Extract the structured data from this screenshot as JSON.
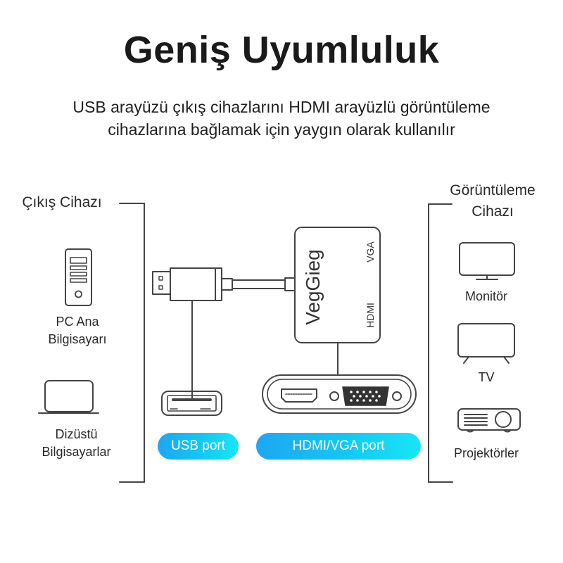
{
  "header": {
    "title": "Geniş Uyumluluk",
    "subtitle_line1": "USB arayüzü çıkış cihazlarını HDMI arayüzlü görüntüleme",
    "subtitle_line2": "cihazlarına bağlamak için yaygın olarak kullanılır"
  },
  "left_group": {
    "heading": "Çıkış Cihazı",
    "items": [
      {
        "icon": "desktop-tower-icon",
        "label_line1": "PC Ana",
        "label_line2": "Bilgisayarı"
      },
      {
        "icon": "laptop-icon",
        "label_line1": "Dizüstü",
        "label_line2": "Bilgisayarlar"
      }
    ]
  },
  "right_group": {
    "heading_line1": "Görüntüleme",
    "heading_line2": "Cihazı",
    "items": [
      {
        "icon": "monitor-icon",
        "label": "Monitör"
      },
      {
        "icon": "tv-icon",
        "label": "TV"
      },
      {
        "icon": "projector-icon",
        "label": "Projektörler"
      }
    ]
  },
  "adapter": {
    "brand": "VegGieg",
    "port_labels": [
      "VGA",
      "HDMI"
    ]
  },
  "ports": {
    "usb_label": "USB port",
    "hdmi_vga_label": "HDMI/VGA port"
  },
  "colors": {
    "pill_gradient_start": "#1ea6f2",
    "pill_gradient_end": "#18e6f7",
    "line": "#444444",
    "text": "#1f1f1f"
  }
}
